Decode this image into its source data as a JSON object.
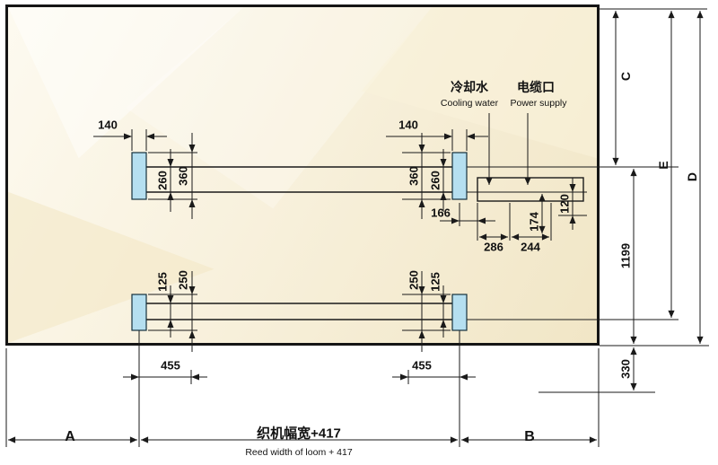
{
  "drawing": {
    "annotations": {
      "cooling_water_cn": "冷却水",
      "cooling_water_en": "Cooling water",
      "power_supply_cn": "电缆口",
      "power_supply_en": "Power supply",
      "reed_width_cn": "织机幅宽+417",
      "reed_width_en": "Reed width of loom + 417",
      "zone_a": "A",
      "zone_b": "B",
      "height_c": "C",
      "height_d": "D",
      "height_e": "E"
    },
    "dimensions": {
      "pad_width_top_left": "140",
      "rail_width_top_left": "260",
      "pad_length_top_left": "360",
      "pad_width_top_right": "140",
      "pad_length_top_right": "360",
      "rail_width_top_right": "260",
      "pad_to_trench": "166",
      "cooling_water_offset": "286",
      "power_supply_offset": "244",
      "power_supply_depth": "174",
      "cooling_water_depth": "120",
      "front_to_rear": "1199",
      "rail_width_bottom_left": "125",
      "pad_length_bottom_left": "250",
      "pad_length_bottom_right": "250",
      "rail_width_bottom_right": "125",
      "pad_offset_left": "455",
      "pad_offset_right": "455",
      "rear_clearance": "330"
    },
    "colors": {
      "pad_fill": "#b5dff0",
      "line": "#1a1a1a",
      "bg_light": "#fdfaf0",
      "bg_dark": "#f1e6c6"
    }
  }
}
